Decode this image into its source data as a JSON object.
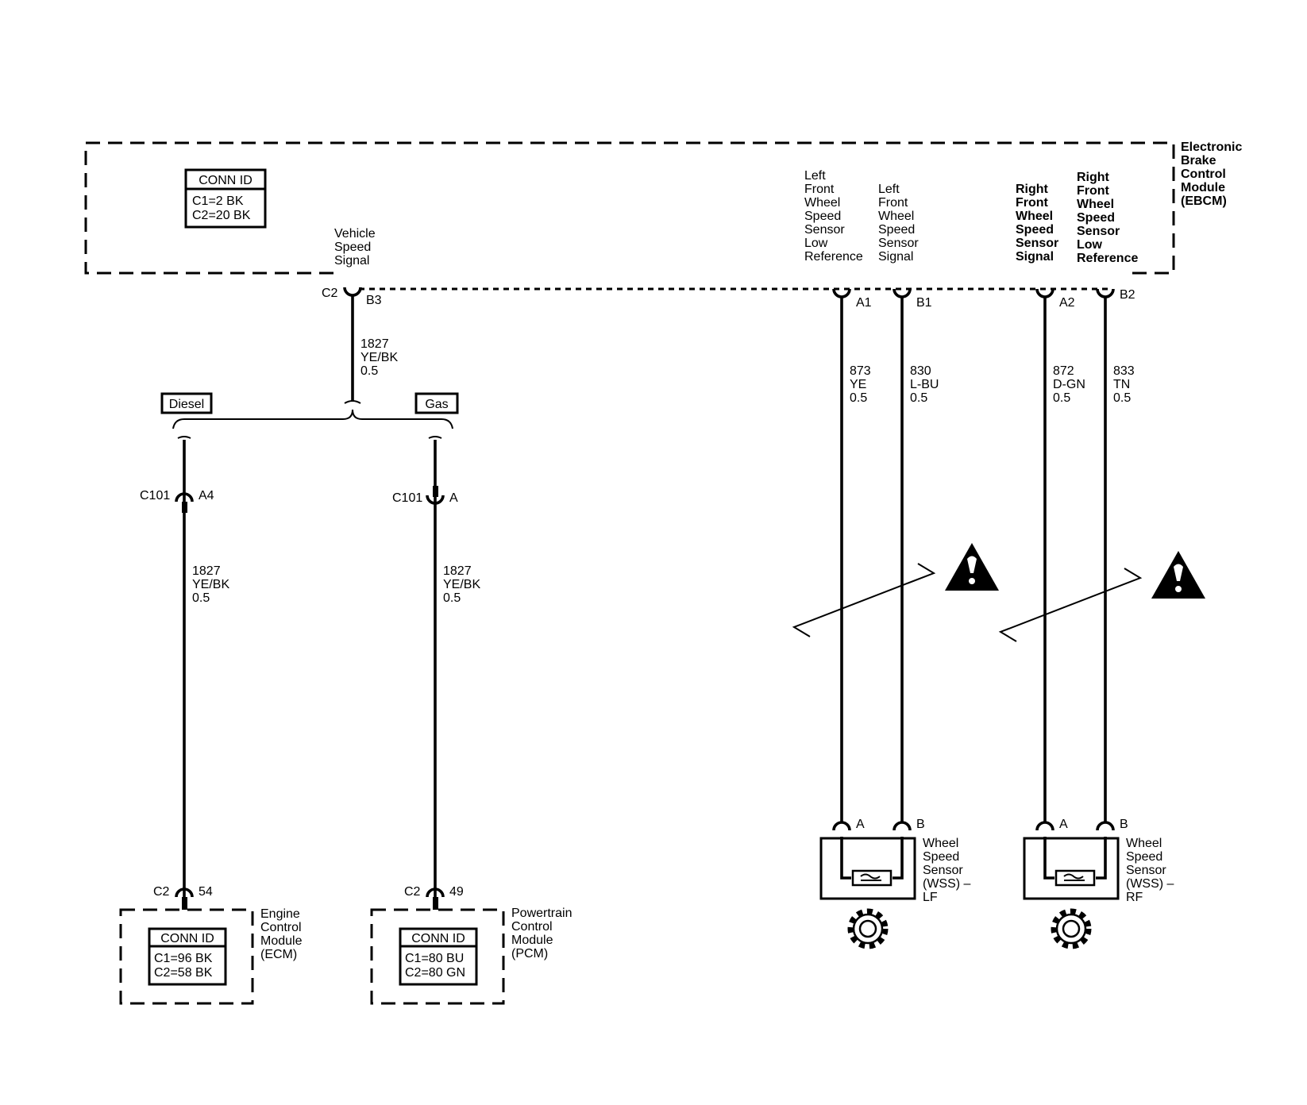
{
  "ebcm": {
    "name_lines": [
      "Electronic",
      "Brake",
      "Control",
      "Module",
      "(EBCM)"
    ],
    "conn_id_title": "CONN ID",
    "conn_id_lines": [
      "C1=2 BK",
      "C2=20 BK"
    ],
    "vss_label_lines": [
      "Vehicle",
      "Speed",
      "Signal"
    ],
    "vss_connector": "C2",
    "vss_pin": "B3",
    "lf_low_ref_label_lines": [
      "Left",
      "Front",
      "Wheel",
      "Speed",
      "Sensor",
      "Low",
      "Reference"
    ],
    "lf_signal_label_lines": [
      "Left",
      "Front",
      "Wheel",
      "Speed",
      "Sensor",
      "Signal"
    ],
    "rf_signal_label_lines": [
      "Right",
      "Front",
      "Wheel",
      "Speed",
      "Sensor",
      "Signal"
    ],
    "rf_low_ref_label_lines": [
      "Right",
      "Front",
      "Wheel",
      "Speed",
      "Sensor",
      "Low",
      "Reference"
    ]
  },
  "vss_wire": {
    "circuit": "1827",
    "color": "YE/BK",
    "size": "0.5"
  },
  "options": {
    "diesel": "Diesel",
    "gas": "Gas"
  },
  "diesel_branch": {
    "inline_connector": "C101",
    "inline_pin": "A4",
    "circuit": "1827",
    "color": "YE/BK",
    "size": "0.5",
    "end_connector": "C2",
    "end_pin": "54"
  },
  "gas_branch": {
    "inline_connector": "C101",
    "inline_pin": "A",
    "circuit": "1827",
    "color": "YE/BK",
    "size": "0.5",
    "end_connector": "C2",
    "end_pin": "49"
  },
  "ecm": {
    "name_lines": [
      "Engine",
      "Control",
      "Module",
      "(ECM)"
    ],
    "conn_id_title": "CONN ID",
    "conn_id_lines": [
      "C1=96 BK",
      "C2=58 BK"
    ]
  },
  "pcm": {
    "name_lines": [
      "Powertrain",
      "Control",
      "Module",
      "(PCM)"
    ],
    "conn_id_title": "CONN ID",
    "conn_id_lines": [
      "C1=80 BU",
      "C2=80 GN"
    ]
  },
  "wheel_wires": [
    {
      "ebcm_pin": "A1",
      "circuit": "873",
      "color": "YE",
      "size": "0.5",
      "sensor_pin": "A"
    },
    {
      "ebcm_pin": "B1",
      "circuit": "830",
      "color": "L-BU",
      "size": "0.5",
      "sensor_pin": "B"
    },
    {
      "ebcm_pin": "A2",
      "circuit": "872",
      "color": "D-GN",
      "size": "0.5",
      "sensor_pin": "A"
    },
    {
      "ebcm_pin": "B2",
      "circuit": "833",
      "color": "TN",
      "size": "0.5",
      "sensor_pin": "B"
    }
  ],
  "wss_lf": {
    "name_lines": [
      "Wheel",
      "Speed",
      "Sensor",
      "(WSS) –",
      "LF"
    ]
  },
  "wss_rf": {
    "name_lines": [
      "Wheel",
      "Speed",
      "Sensor",
      "(WSS) –",
      "RF"
    ]
  },
  "icons": [
    "twisted-pair-icon",
    "caution-triangle-icon",
    "gear-icon",
    "connector-terminal-icon"
  ]
}
